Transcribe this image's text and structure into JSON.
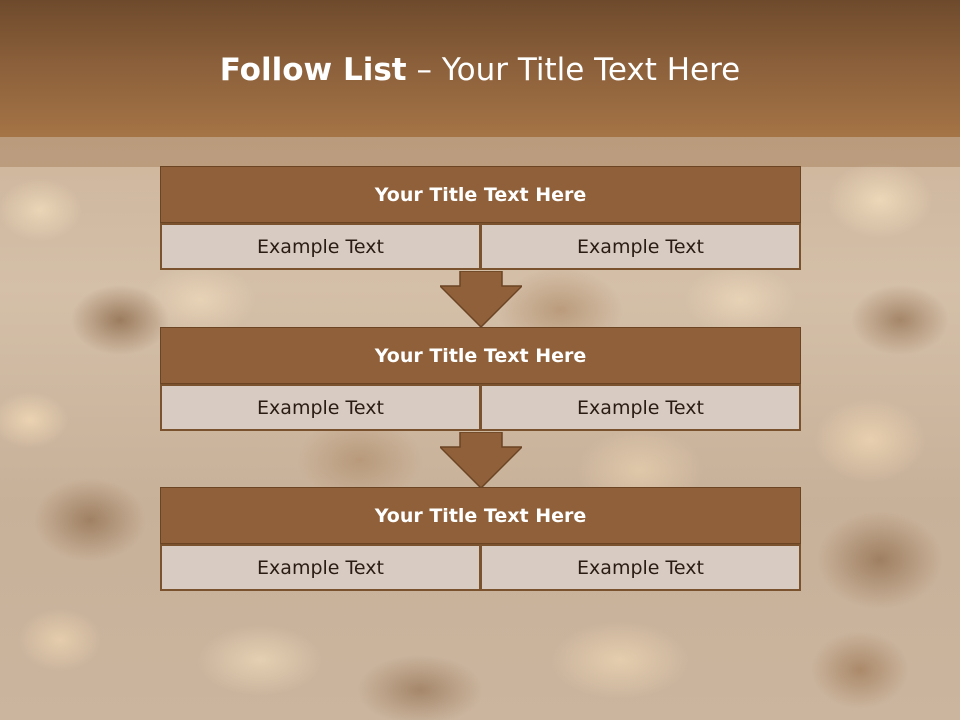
{
  "slide": {
    "title_bold": "Follow List",
    "title_rest": " – Your Title Text Here"
  },
  "blocks": [
    {
      "title": "Your Title Text Here",
      "left": "Example Text",
      "right": "Example Text"
    },
    {
      "title": "Your Title Text Here",
      "left": "Example Text",
      "right": "Example Text"
    },
    {
      "title": "Your Title Text Here",
      "left": "Example Text",
      "right": "Example Text"
    }
  ],
  "colors": {
    "header_brown": "#8a5f3a",
    "block_title_fill": "#8f6039",
    "cell_fill": "#d7cbc2",
    "arrow_fill": "#8f6039"
  }
}
